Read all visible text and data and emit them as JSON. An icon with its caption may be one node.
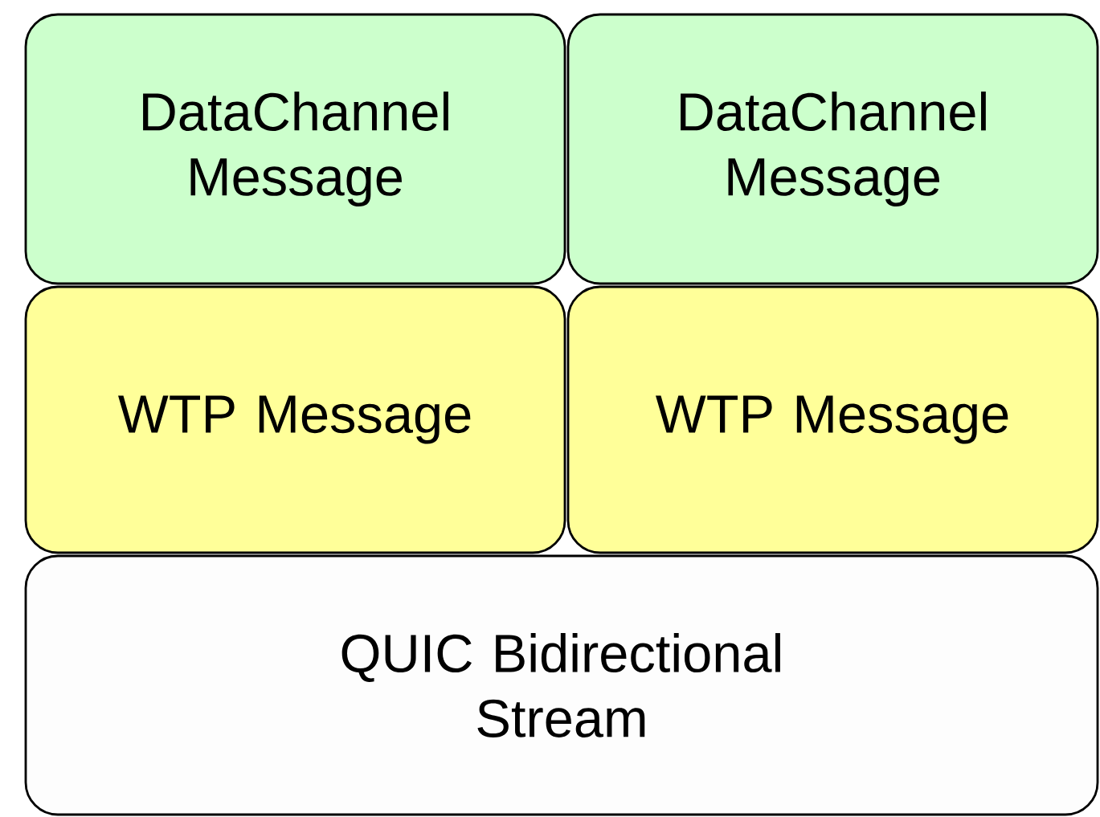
{
  "diagram": {
    "nodes": [
      {
        "text": [
          "DataChannel Message"
        ]
      },
      {
        "text": [
          "DataChannel Message"
        ]
      },
      {
        "text": [
          "WTP Message"
        ]
      },
      {
        "text": [
          "WTP Message"
        ]
      },
      {
        "text": [
          "QUIC Bidirectional Stream"
        ]
      }
    ]
  }
}
